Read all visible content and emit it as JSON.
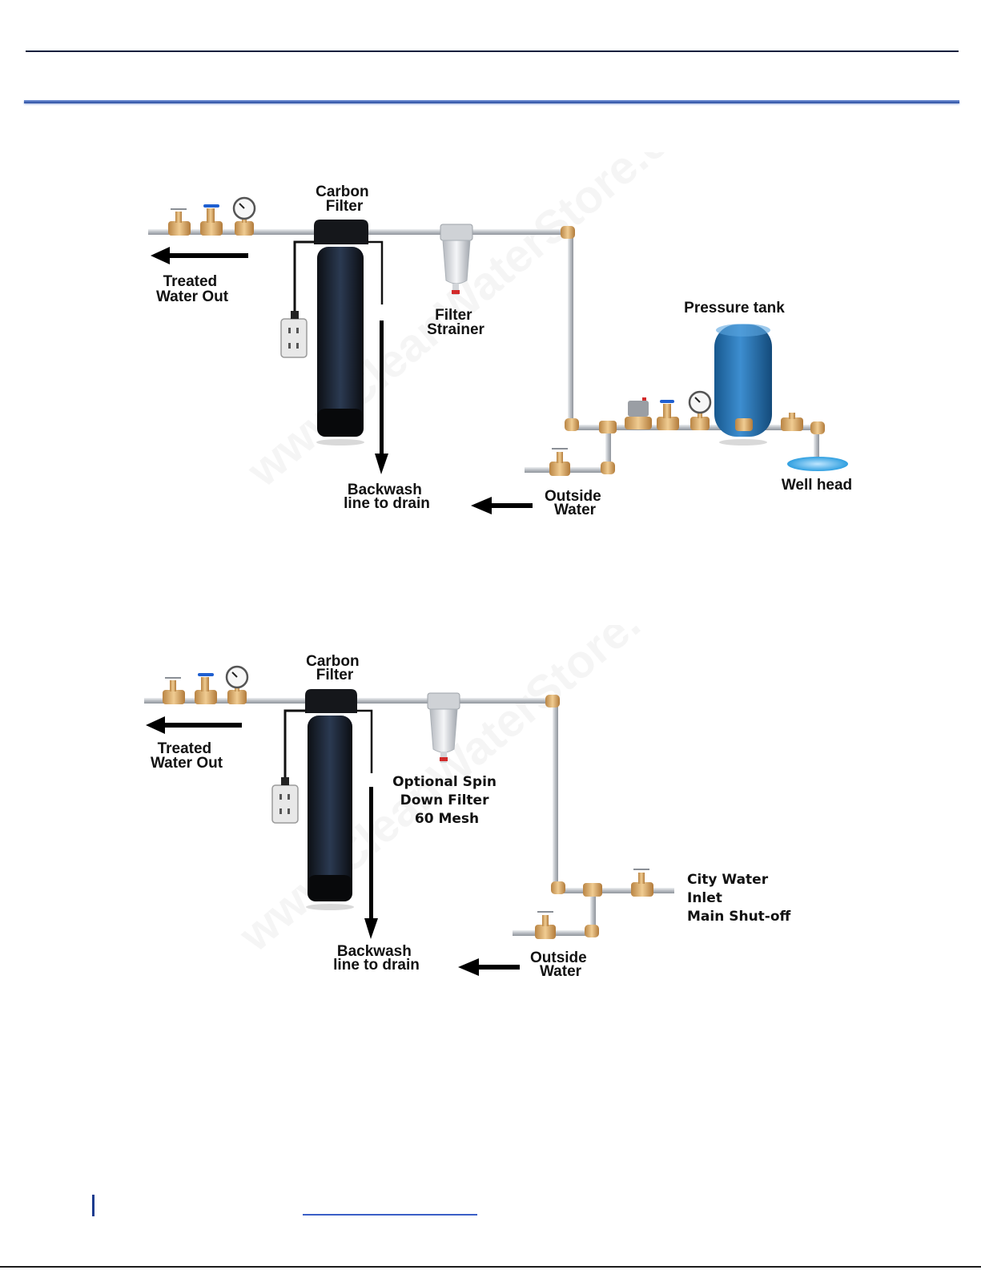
{
  "diagram1": {
    "carbon_filter": [
      "Carbon",
      "Filter"
    ],
    "treated_water_out": [
      "Treated",
      "Water Out"
    ],
    "filter_strainer": [
      "Filter",
      "Strainer"
    ],
    "pressure_tank": "Pressure tank",
    "backwash": [
      "Backwash",
      "line to drain"
    ],
    "outside_water": [
      "Outside",
      "Water"
    ],
    "well_head": "Well head"
  },
  "diagram2": {
    "carbon_filter": [
      "Carbon",
      "Filter"
    ],
    "treated_water_out": [
      "Treated",
      "Water Out"
    ],
    "spin_down_filter": [
      "Optional Spin",
      "Down Filter",
      "60 Mesh"
    ],
    "city_water": [
      "City Water",
      "Inlet",
      "Main Shut-off"
    ],
    "backwash": [
      "Backwash",
      "line to drain"
    ],
    "outside_water": [
      "Outside",
      "Water"
    ]
  },
  "colors": {
    "pipe": "#c4c7cc",
    "brass": "#d7a86a",
    "tank": "#1f6fae",
    "filter_body": "#1b2330",
    "rule_blue": "#2a4d9e"
  }
}
